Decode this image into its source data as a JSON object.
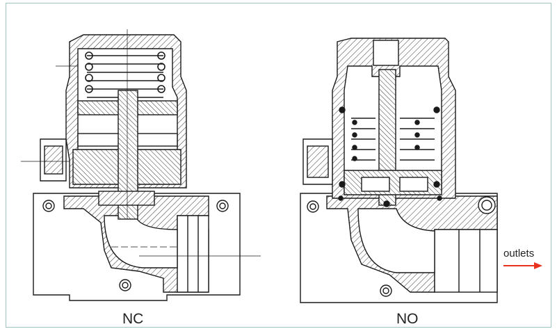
{
  "labels": {
    "nc": "NC",
    "no": "NO",
    "outlets": "outlets"
  },
  "colors": {
    "frame": "#9fc4c0",
    "line": "#1a1a1a",
    "arrow": "#e8321e"
  }
}
